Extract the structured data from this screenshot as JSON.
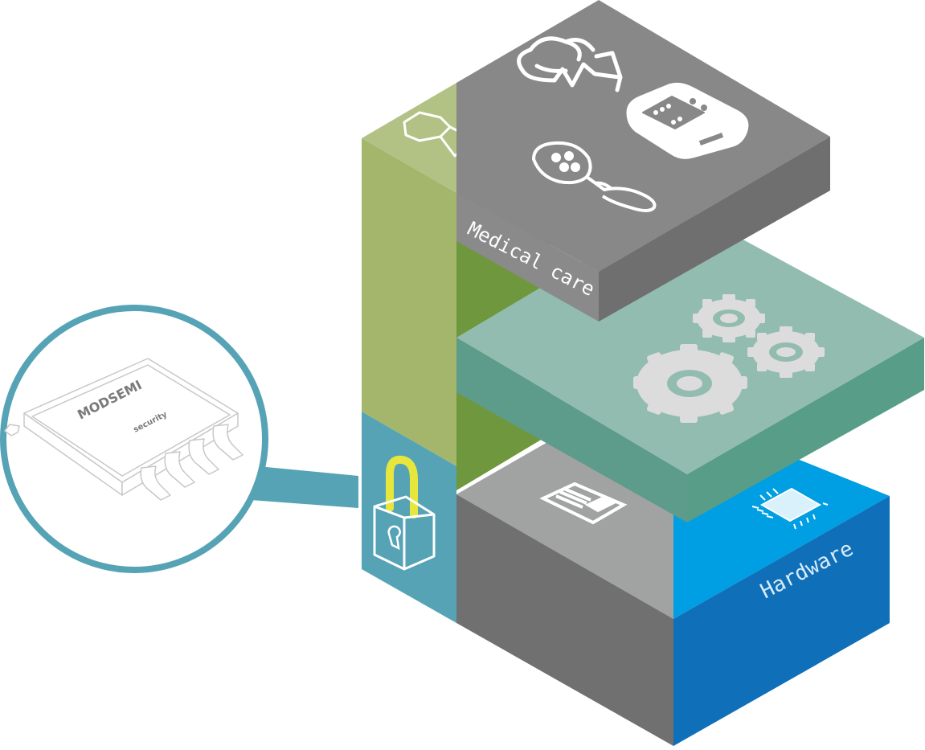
{
  "labels": {
    "medical": "Medical care",
    "hardware": "Hardware"
  },
  "chip": {
    "brand": "MODSEMI",
    "sublabel": "security"
  },
  "icons": {
    "medical_block": [
      "heartbeat-cloud-icon",
      "glucose-meter-icon",
      "scanner-icon"
    ],
    "green_block": [
      "key-icon"
    ],
    "teal_block": [
      "gear-icon",
      "gear-icon",
      "gear-icon"
    ],
    "gray_block": [
      "document-icon"
    ],
    "blue_block": [
      "microchip-icon"
    ],
    "lock_block": [
      "padlock-icon"
    ]
  },
  "colors": {
    "green": "#a3b66b",
    "green_top": "#b2c285",
    "green_dark": "#6f973e",
    "steel_blue": "#56a3b6",
    "gray_top": "#888888",
    "gray_side": "#707070",
    "gray_light": "#a1a2a2",
    "teal_top": "#93bcb0",
    "teal_side": "#5d9c8a",
    "blue_top": "#009ee3",
    "blue_side": "#0f6fb8",
    "lock_yellow": "#e6e63c"
  }
}
